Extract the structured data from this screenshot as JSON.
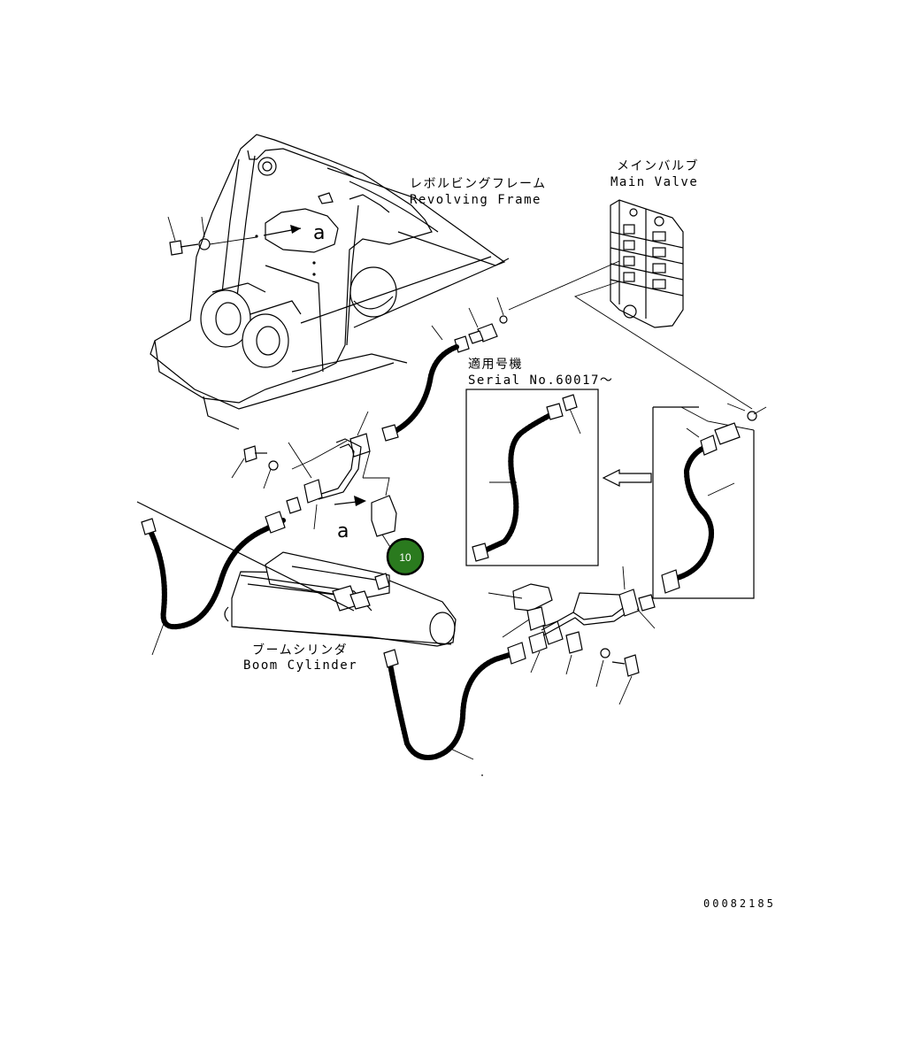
{
  "labels": {
    "revolving_frame_jp": "レボルビングフレーム",
    "revolving_frame_en": "Revolving Frame",
    "main_valve_jp": "メインバルブ",
    "main_valve_en": "Main Valve",
    "serial_jp": "適用号機",
    "serial_en": "Serial No.60017～",
    "boom_cylinder_jp": "ブームシリンダ",
    "boom_cylinder_en": "Boom Cylinder",
    "detail_a_1": "a",
    "detail_a_2": "a",
    "drawing_number": "00082185"
  },
  "callout": {
    "number": "10",
    "color": "#2a7a1e"
  }
}
